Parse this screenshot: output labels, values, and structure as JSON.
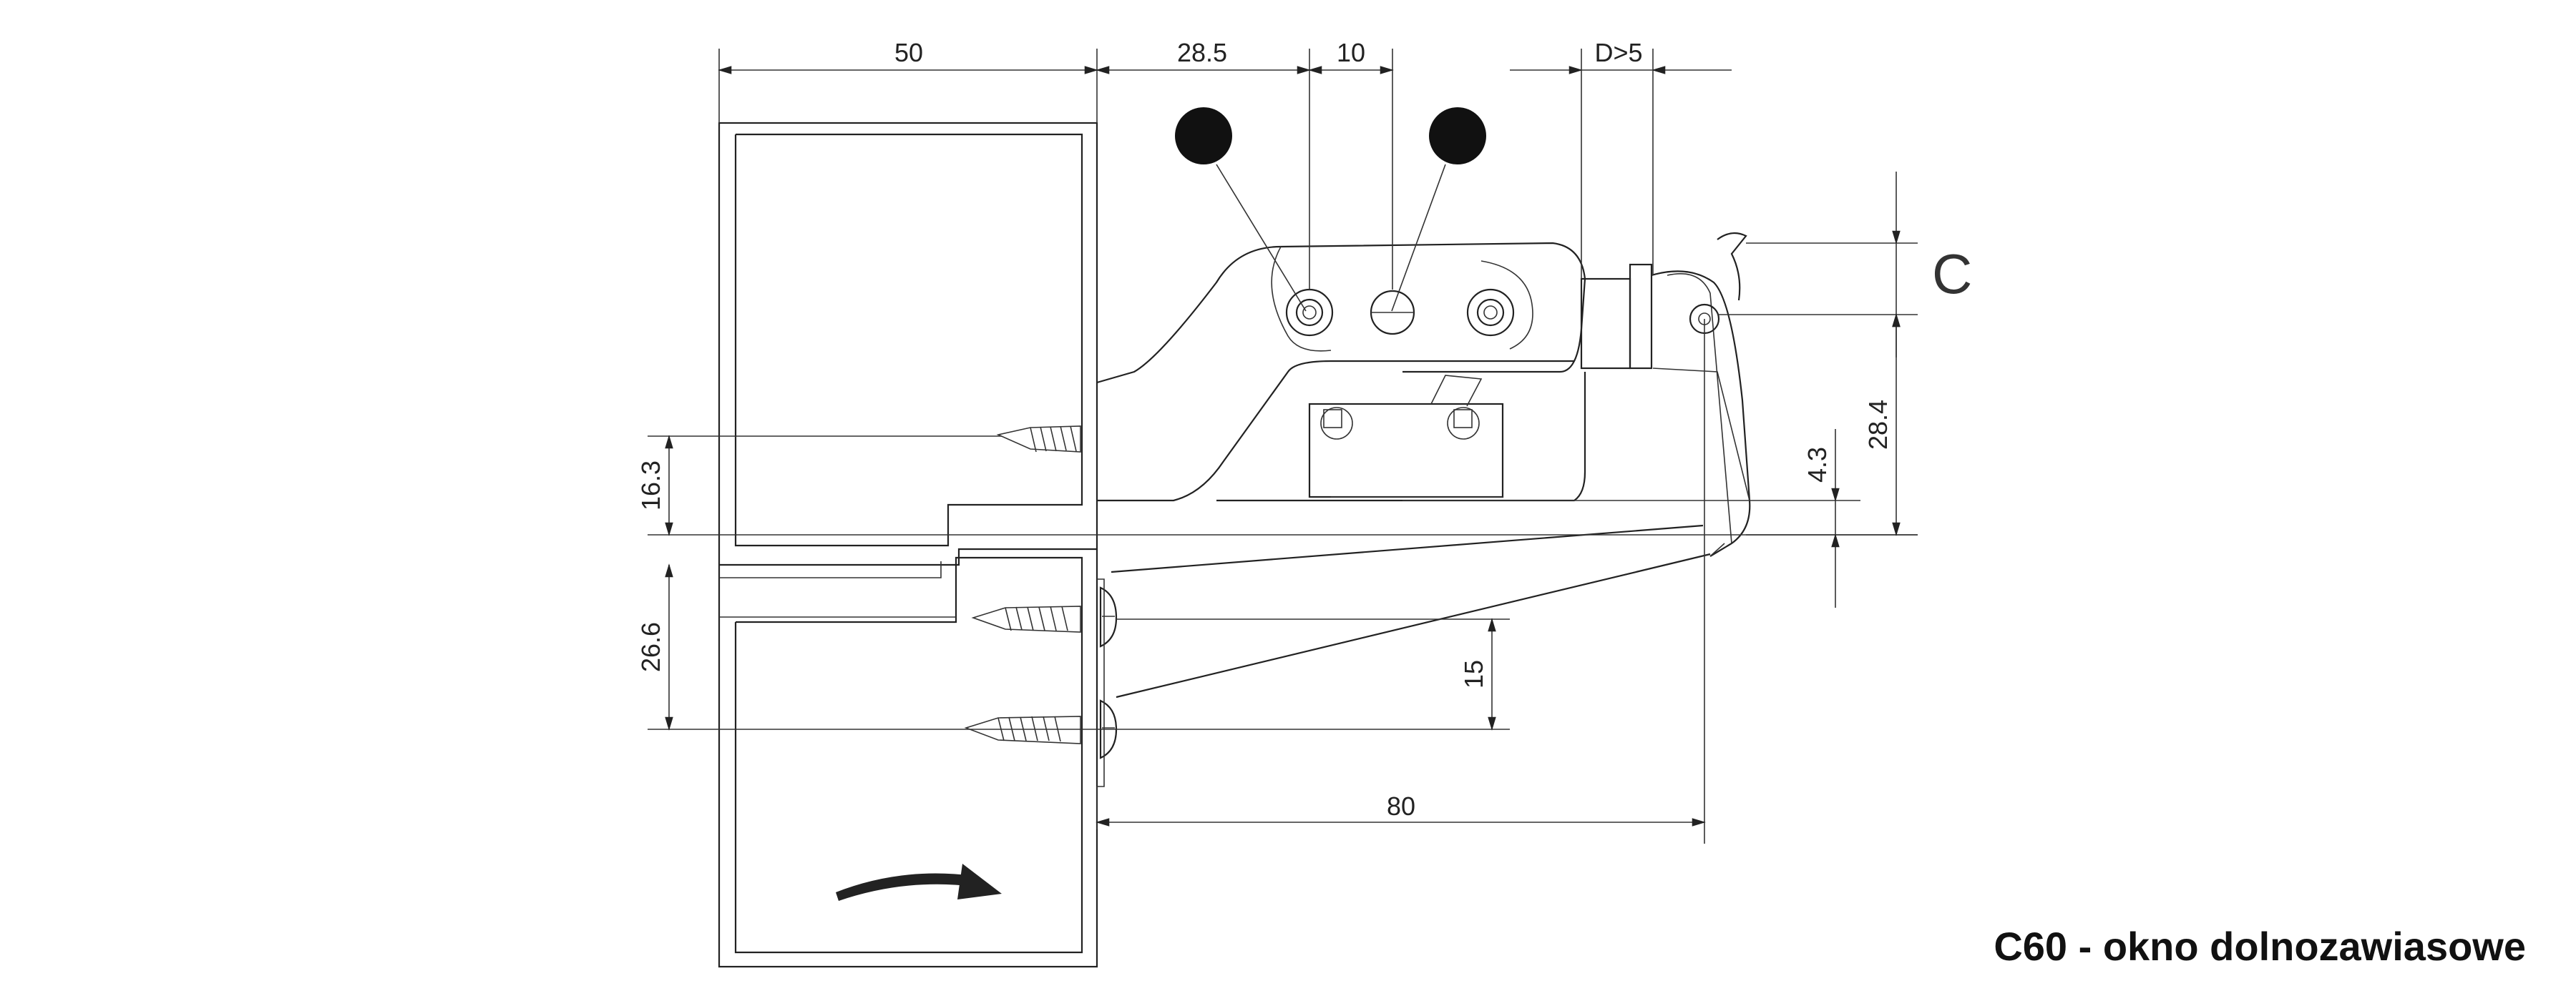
{
  "dimensions": {
    "top_50": "50",
    "top_28_5": "28.5",
    "top_10": "10",
    "top_d5": "D>5",
    "left_16_3": "16.3",
    "left_26_6": "26.6",
    "mid_15": "15",
    "bottom_80": "80",
    "right_c": "C",
    "right_28_4": "28.4",
    "right_4_3": "4.3"
  },
  "caption": "C60 - okno dolnozawiasowe",
  "colors": {
    "line": "#222222",
    "text": "#111111",
    "background": "#ffffff"
  }
}
